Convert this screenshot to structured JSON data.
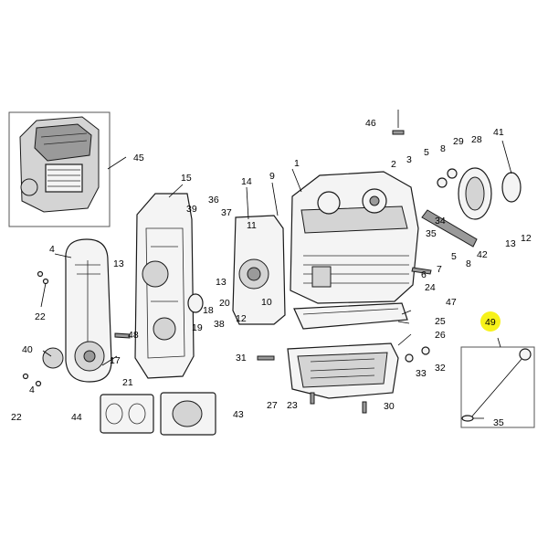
{
  "callouts": {
    "c1": "1",
    "c2": "2",
    "c3": "3",
    "c4a": "4",
    "c4b": "4",
    "c5a": "5",
    "c5b": "5",
    "c6": "6",
    "c7": "7",
    "c8a": "8",
    "c8b": "8",
    "c9": "9",
    "c10": "10",
    "c11": "11",
    "c12a": "12",
    "c12b": "12",
    "c13a": "13",
    "c13b": "13",
    "c13c": "13",
    "c14": "14",
    "c15": "15",
    "c17": "17",
    "c18": "18",
    "c19": "19",
    "c20": "20",
    "c21": "21",
    "c22a": "22",
    "c22b": "22",
    "c23": "23",
    "c24": "24",
    "c25": "25",
    "c26": "26",
    "c27": "27",
    "c28": "28",
    "c29": "29",
    "c30": "30",
    "c31": "31",
    "c32": "32",
    "c33": "33",
    "c34": "34",
    "c35a": "35",
    "c35b": "35",
    "c36": "36",
    "c37": "37",
    "c38": "38",
    "c39": "39",
    "c40": "40",
    "c41": "41",
    "c42": "42",
    "c43": "43",
    "c44": "44",
    "c45": "45",
    "c46": "46",
    "c47": "47",
    "c48": "48",
    "c49": "49"
  },
  "highlight_color": "#f7f21a"
}
